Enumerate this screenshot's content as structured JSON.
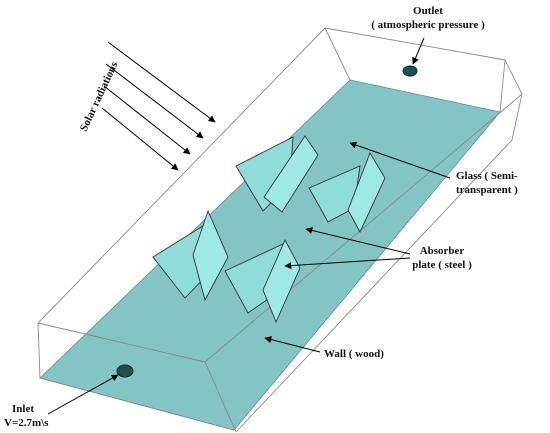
{
  "labels": {
    "solar": "Solar radiations",
    "outlet_line1": "Outlet",
    "outlet_line2": "( atmospheric pressure )",
    "glass_line1": "Glass ( Semi-",
    "glass_line2": "transparent )",
    "absorber_line1": "Absorber",
    "absorber_line2": "plate ( steel )",
    "wall": "Wall ( wood)",
    "inlet_line1": "Inlet",
    "inlet_line2": "V=2.7m\\s"
  },
  "colors": {
    "bottom": "#83c5c5",
    "plate": "#9ee8e6",
    "port": "#1f4f4f"
  }
}
